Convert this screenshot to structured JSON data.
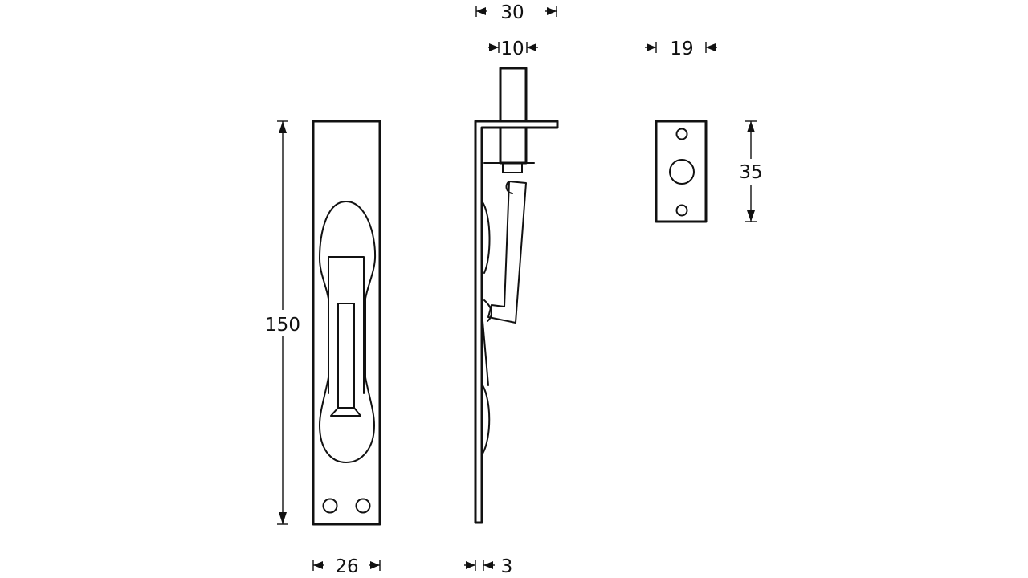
{
  "drawing": {
    "dimensions": {
      "overall_depth": "30",
      "bolt_width": "10",
      "keep_width": "19",
      "keep_height": "35",
      "plate_height": "150",
      "plate_width": "26",
      "plate_thickness": "3"
    }
  }
}
